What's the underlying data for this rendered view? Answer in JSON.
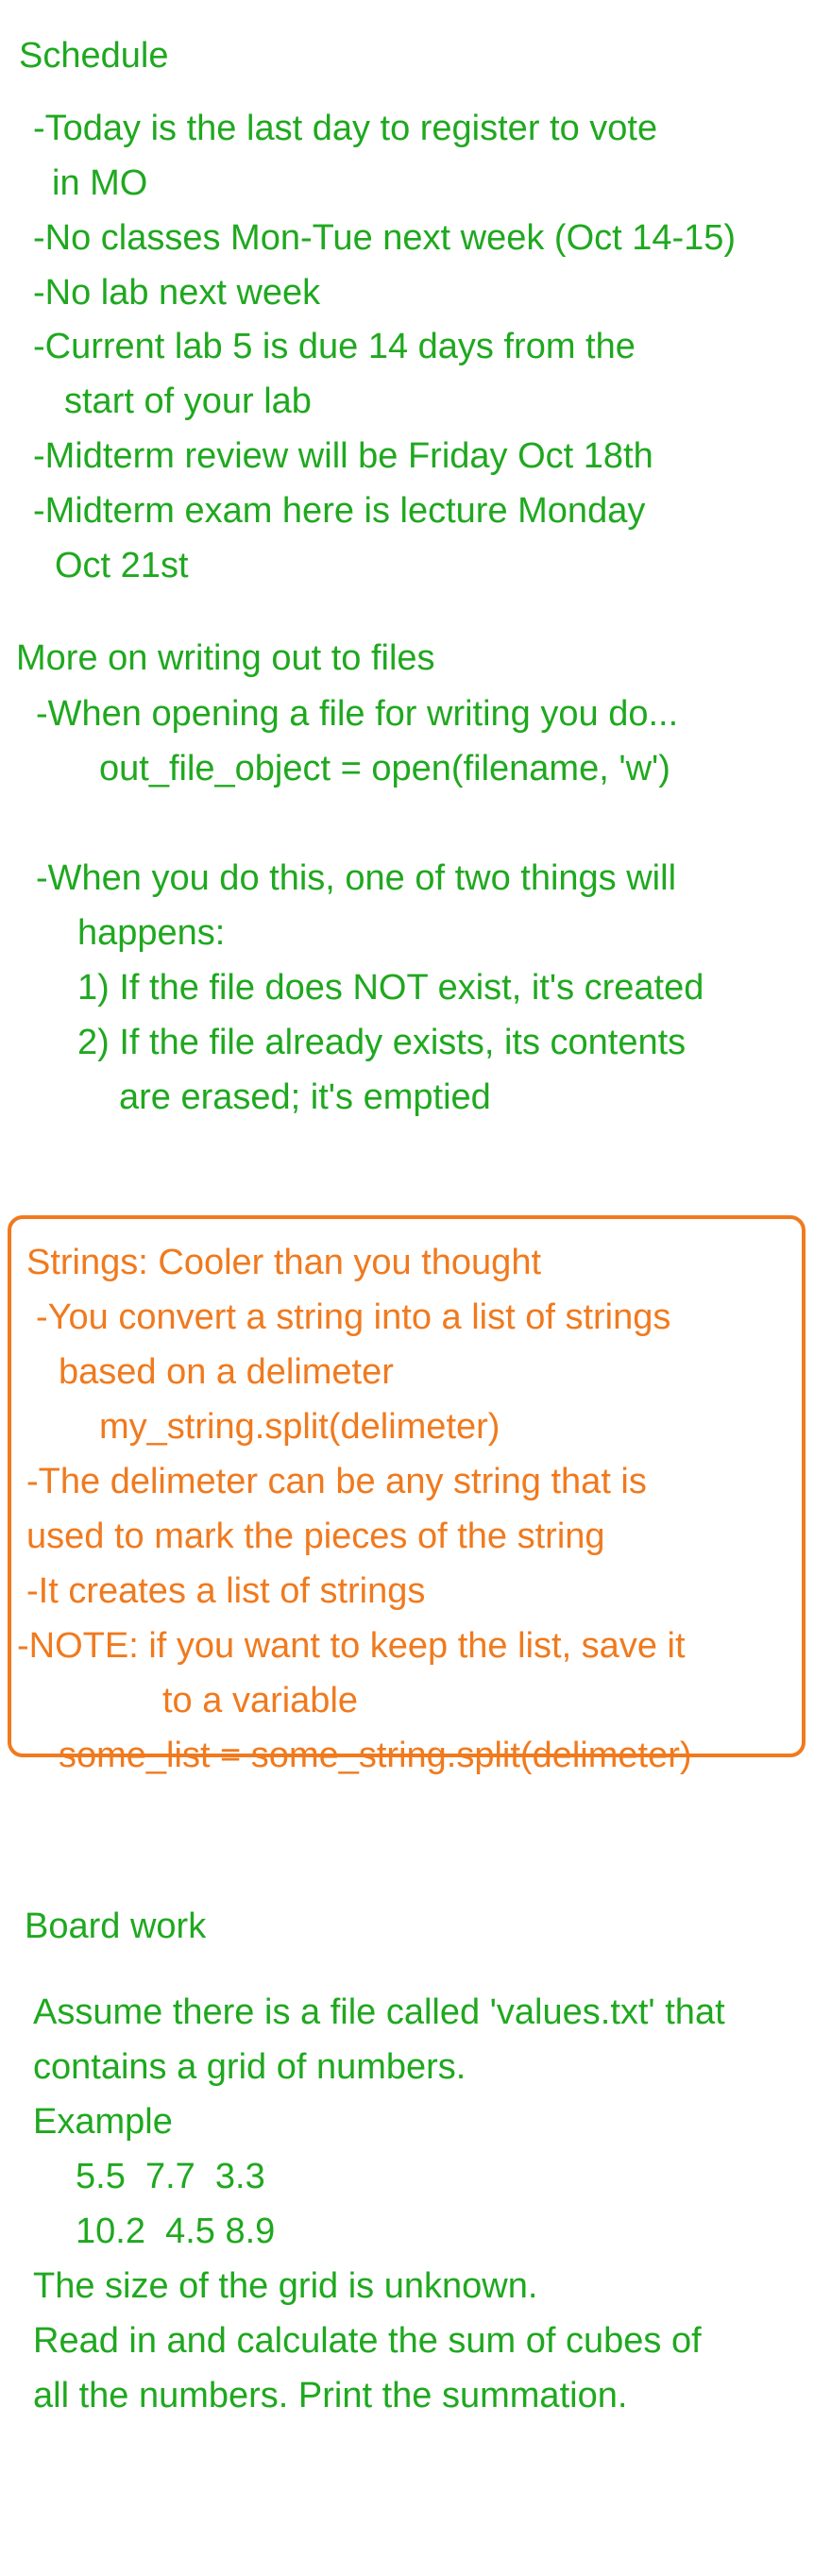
{
  "schedule": {
    "title": "Schedule",
    "lines": [
      "-Today is the last day to register to vote",
      "in MO",
      "-No classes Mon-Tue next week (Oct 14-15)",
      "-No lab next week",
      "-Current lab 5 is due 14 days from the",
      "start of your lab",
      "-Midterm review will be Friday Oct 18th",
      "-Midterm exam here is lecture Monday",
      "Oct 21st"
    ]
  },
  "files": {
    "title": "More on writing out to files",
    "lines": [
      "-When opening a file for writing you do...",
      "out_file_object = open(filename, 'w')",
      "-When you do this, one of two things will",
      "happens:",
      "1) If the file does NOT exist, it's created",
      "2) If the file already exists, its contents",
      "are erased; it's emptied"
    ]
  },
  "strings": {
    "title": "Strings: Cooler than you thought",
    "lines": [
      "-You convert a string into a list of strings",
      "based on a delimeter",
      "my_string.split(delimeter)",
      "-The delimeter can be any string that is",
      "used to mark the pieces of the string",
      "-It creates a list of strings",
      "-NOTE: if you want to keep the list, save it",
      "to a variable",
      "some_list = some_string.split(delimeter)"
    ]
  },
  "board": {
    "title": "Board work",
    "lines": [
      "Assume there is a file called 'values.txt' that",
      "contains a grid of numbers.",
      "Example",
      "5.5  7.7  3.3",
      "10.2  4.5 8.9",
      "The size of the grid is unknown.",
      "Read in and calculate the sum of cubes of",
      "all the numbers. Print the summation."
    ]
  },
  "colors": {
    "green": "#1fa81f",
    "orange": "#f07a1e"
  }
}
